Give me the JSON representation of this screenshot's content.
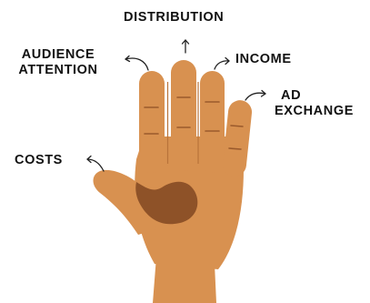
{
  "diagram": {
    "colors": {
      "skin": "#d89150",
      "skin_shadow": "#8e5228",
      "crease": "#9a5a2c",
      "arrow": "#222222",
      "text": "#111111"
    },
    "labels": {
      "distribution": "DISTRIBUTION",
      "audience_line1": "AUDIENCE",
      "audience_line2": "ATTENTION",
      "income": "INCOME",
      "ad_line1": "AD",
      "ad_line2": "EXCHANGE",
      "costs": "COSTS"
    },
    "icons": {
      "hand": "hand-icon",
      "arrow": "arrow-icon"
    }
  }
}
